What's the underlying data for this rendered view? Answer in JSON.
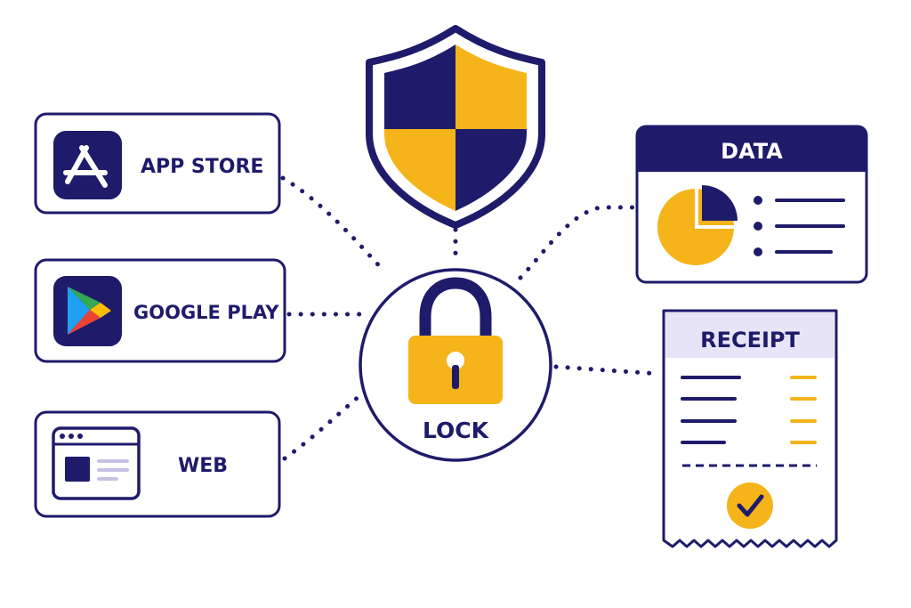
{
  "colors": {
    "navy": "#1f1b6b",
    "gold": "#f4b41a",
    "lavender": "#e6e4f6",
    "white": "#ffffff"
  },
  "sources": [
    {
      "label": "APP STORE",
      "icon": "app-store-icon"
    },
    {
      "label": "GOOGLE PLAY",
      "icon": "google-play-icon"
    },
    {
      "label": "WEB",
      "icon": "browser-window-icon"
    }
  ],
  "center": {
    "label": "LOCK",
    "icon": "padlock-icon",
    "badge_icon": "shield-icon"
  },
  "outputs": {
    "data": {
      "title": "DATA",
      "icon": "pie-chart-icon"
    },
    "receipt": {
      "title": "RECEIPT",
      "icon": "checkmark-icon"
    }
  }
}
